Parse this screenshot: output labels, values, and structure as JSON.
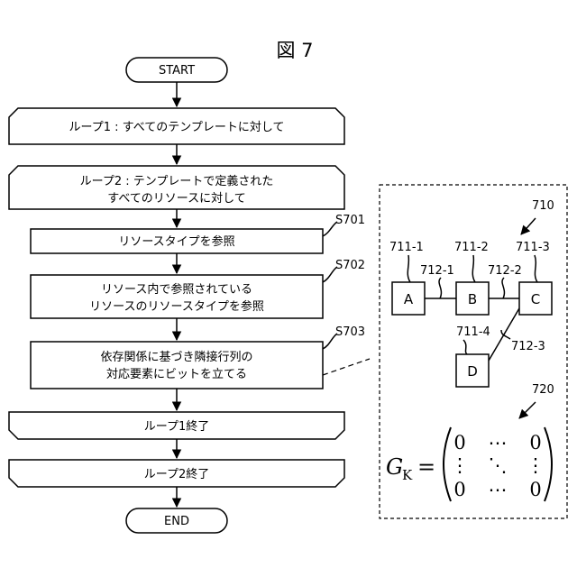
{
  "figure": {
    "title": "図 7"
  },
  "flowchart": {
    "start": "START",
    "loop1_begin": "ループ1 : すべてのテンプレートに対して",
    "loop2_begin": [
      "ループ2 : テンプレートで定義された",
      "すべてのリソースに対して"
    ],
    "step1": "リソースタイプを参照",
    "step2": [
      "リソース内で参照されている",
      "リソースのリソースタイプを参照"
    ],
    "step3": [
      "依存関係に基づき隣接行列の",
      "対応要素にビットを立てる"
    ],
    "loop1_end": "ループ1終了",
    "loop2_end": "ループ2終了",
    "end": "END",
    "step_labels": {
      "s701": "S701",
      "s702": "S702",
      "s703": "S703"
    }
  },
  "graph": {
    "ref": "710",
    "nodes": {
      "a": "A",
      "b": "B",
      "c": "C",
      "d": "D"
    },
    "node_refs": {
      "a": "711-1",
      "b": "711-2",
      "c": "711-3",
      "d": "711-4"
    },
    "edge_refs": {
      "ab": "712-1",
      "bc": "712-2",
      "cd": "712-3"
    }
  },
  "matrix": {
    "ref": "720",
    "symbol": "G",
    "subscript": "K",
    "equals": "=",
    "rows": [
      [
        "0",
        "⋯",
        "0"
      ],
      [
        "⋮",
        "⋱",
        "⋮"
      ],
      [
        "0",
        "⋯",
        "0"
      ]
    ]
  }
}
